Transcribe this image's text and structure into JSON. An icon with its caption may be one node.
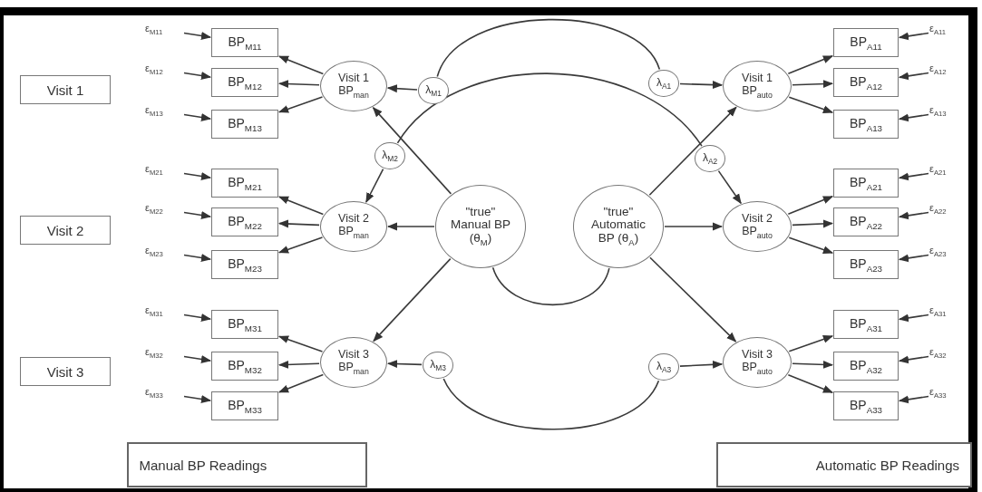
{
  "diagram": {
    "nodes": [
      {
        "text": [
          "Visit 1"
        ]
      },
      {
        "text": [
          "Visit 2"
        ]
      },
      {
        "text": [
          "Visit 3"
        ]
      },
      {
        "text": [
          "ε$_{M11}$"
        ]
      },
      {
        "text": [
          "ε$_{M12}$"
        ]
      },
      {
        "text": [
          "ε$_{M13}$"
        ]
      },
      {
        "text": [
          "ε$_{M21}$"
        ]
      },
      {
        "text": [
          "ε$_{M22}$"
        ]
      },
      {
        "text": [
          "ε$_{M23}$"
        ]
      },
      {
        "text": [
          "ε$_{M31}$"
        ]
      },
      {
        "text": [
          "ε$_{M32}$"
        ]
      },
      {
        "text": [
          "ε$_{M33}$"
        ]
      },
      {
        "text": [
          "BP$_{M11}$"
        ]
      },
      {
        "text": [
          "BP$_{M12}$"
        ]
      },
      {
        "text": [
          "BP$_{M13}$"
        ]
      },
      {
        "text": [
          "BP$_{M21}$"
        ]
      },
      {
        "text": [
          "BP$_{M22}$"
        ]
      },
      {
        "text": [
          "BP$_{M23}$"
        ]
      },
      {
        "text": [
          "BP$_{M31}$"
        ]
      },
      {
        "text": [
          "BP$_{M32}$"
        ]
      },
      {
        "text": [
          "BP$_{M33}$"
        ]
      },
      {
        "text": [
          "Visit 1 BP$_{man}$"
        ]
      },
      {
        "text": [
          "Visit 2 BP$_{man}$"
        ]
      },
      {
        "text": [
          "Visit 3 BP$_{man}$"
        ]
      },
      {
        "text": [
          "λ$_{M1}$"
        ]
      },
      {
        "text": [
          "λ$_{M2}$"
        ]
      },
      {
        "text": [
          "λ$_{M3}$"
        ]
      },
      {
        "text": [
          "\"true\" Manual BP (θ$_{M}$)"
        ]
      },
      {
        "text": [
          "\"true\" Automatic BP (θ$_{A}$)"
        ]
      },
      {
        "text": [
          "λ$_{A1}$"
        ]
      },
      {
        "text": [
          "λ$_{A2}$"
        ]
      },
      {
        "text": [
          "λ$_{A3}$"
        ]
      },
      {
        "text": [
          "Visit 1 BP$_{auto}$"
        ]
      },
      {
        "text": [
          "Visit 2 BP$_{auto}$"
        ]
      },
      {
        "text": [
          "Visit 3 BP$_{auto}$"
        ]
      },
      {
        "text": [
          "BP$_{A11}$"
        ]
      },
      {
        "text": [
          "BP$_{A12}$"
        ]
      },
      {
        "text": [
          "BP$_{A13}$"
        ]
      },
      {
        "text": [
          "BP$_{A21}$"
        ]
      },
      {
        "text": [
          "BP$_{A22}$"
        ]
      },
      {
        "text": [
          "BP$_{A23}$"
        ]
      },
      {
        "text": [
          "BP$_{A31}$"
        ]
      },
      {
        "text": [
          "BP$_{A32}$"
        ]
      },
      {
        "text": [
          "BP$_{A33}$"
        ]
      },
      {
        "text": [
          "ε$_{A11}$"
        ]
      },
      {
        "text": [
          "ε$_{A12}$"
        ]
      },
      {
        "text": [
          "ε$_{A13}$"
        ]
      },
      {
        "text": [
          "ε$_{A21}$"
        ]
      },
      {
        "text": [
          "ε$_{A22}$"
        ]
      },
      {
        "text": [
          "ε$_{A23}$"
        ]
      },
      {
        "text": [
          "ε$_{A31}$"
        ]
      },
      {
        "text": [
          "ε$_{A32}$"
        ]
      },
      {
        "text": [
          "ε$_{A33}$"
        ]
      },
      {
        "text": [
          "Manual BP Readings"
        ]
      },
      {
        "text": [
          "Automatic BP Readings"
        ]
      }
    ],
    "edges": [
      {
        "from": 3,
        "to": 12,
        "arrow": "to"
      },
      {
        "from": 4,
        "to": 13,
        "arrow": "to"
      },
      {
        "from": 5,
        "to": 14,
        "arrow": "to"
      },
      {
        "from": 6,
        "to": 15,
        "arrow": "to"
      },
      {
        "from": 7,
        "to": 16,
        "arrow": "to"
      },
      {
        "from": 8,
        "to": 17,
        "arrow": "to"
      },
      {
        "from": 9,
        "to": 18,
        "arrow": "to"
      },
      {
        "from": 10,
        "to": 19,
        "arrow": "to"
      },
      {
        "from": 11,
        "to": 20,
        "arrow": "to"
      },
      {
        "from": 21,
        "to": 12,
        "arrow": "to"
      },
      {
        "from": 21,
        "to": 13,
        "arrow": "to"
      },
      {
        "from": 21,
        "to": 14,
        "arrow": "to"
      },
      {
        "from": 22,
        "to": 15,
        "arrow": "to"
      },
      {
        "from": 22,
        "to": 16,
        "arrow": "to"
      },
      {
        "from": 22,
        "to": 17,
        "arrow": "to"
      },
      {
        "from": 23,
        "to": 18,
        "arrow": "to"
      },
      {
        "from": 23,
        "to": 19,
        "arrow": "to"
      },
      {
        "from": 23,
        "to": 20,
        "arrow": "to"
      },
      {
        "from": 24,
        "to": 21,
        "arrow": "to"
      },
      {
        "from": 25,
        "to": 22,
        "arrow": "to"
      },
      {
        "from": 26,
        "to": 23,
        "arrow": "to"
      },
      {
        "from": 27,
        "to": 21,
        "arrow": "to"
      },
      {
        "from": 27,
        "to": 22,
        "arrow": "to"
      },
      {
        "from": 27,
        "to": 23,
        "arrow": "to"
      },
      {
        "from": 28,
        "to": 32,
        "arrow": "to"
      },
      {
        "from": 28,
        "to": 33,
        "arrow": "to"
      },
      {
        "from": 28,
        "to": 34,
        "arrow": "to"
      },
      {
        "from": 29,
        "to": 32,
        "arrow": "to"
      },
      {
        "from": 30,
        "to": 33,
        "arrow": "to"
      },
      {
        "from": 31,
        "to": 34,
        "arrow": "to"
      },
      {
        "from": 32,
        "to": 35,
        "arrow": "to"
      },
      {
        "from": 32,
        "to": 36,
        "arrow": "to"
      },
      {
        "from": 32,
        "to": 37,
        "arrow": "to"
      },
      {
        "from": 33,
        "to": 38,
        "arrow": "to"
      },
      {
        "from": 33,
        "to": 39,
        "arrow": "to"
      },
      {
        "from": 33,
        "to": 40,
        "arrow": "to"
      },
      {
        "from": 34,
        "to": 41,
        "arrow": "to"
      },
      {
        "from": 34,
        "to": 42,
        "arrow": "to"
      },
      {
        "from": 34,
        "to": 43,
        "arrow": "to"
      },
      {
        "from": 44,
        "to": 35,
        "arrow": "to"
      },
      {
        "from": 45,
        "to": 36,
        "arrow": "to"
      },
      {
        "from": 46,
        "to": 37,
        "arrow": "to"
      },
      {
        "from": 47,
        "to": 38,
        "arrow": "to"
      },
      {
        "from": 48,
        "to": 39,
        "arrow": "to"
      },
      {
        "from": 49,
        "to": 40,
        "arrow": "to"
      },
      {
        "from": 50,
        "to": 41,
        "arrow": "to"
      },
      {
        "from": 51,
        "to": 42,
        "arrow": "to"
      },
      {
        "from": 52,
        "to": 43,
        "arrow": "to"
      },
      {
        "from": 24,
        "to": 29,
        "arrow": "none"
      },
      {
        "from": 25,
        "to": 30,
        "arrow": "none"
      },
      {
        "from": 27,
        "to": 28,
        "arrow": "none"
      },
      {
        "from": 26,
        "to": 31,
        "arrow": "none"
      }
    ]
  }
}
